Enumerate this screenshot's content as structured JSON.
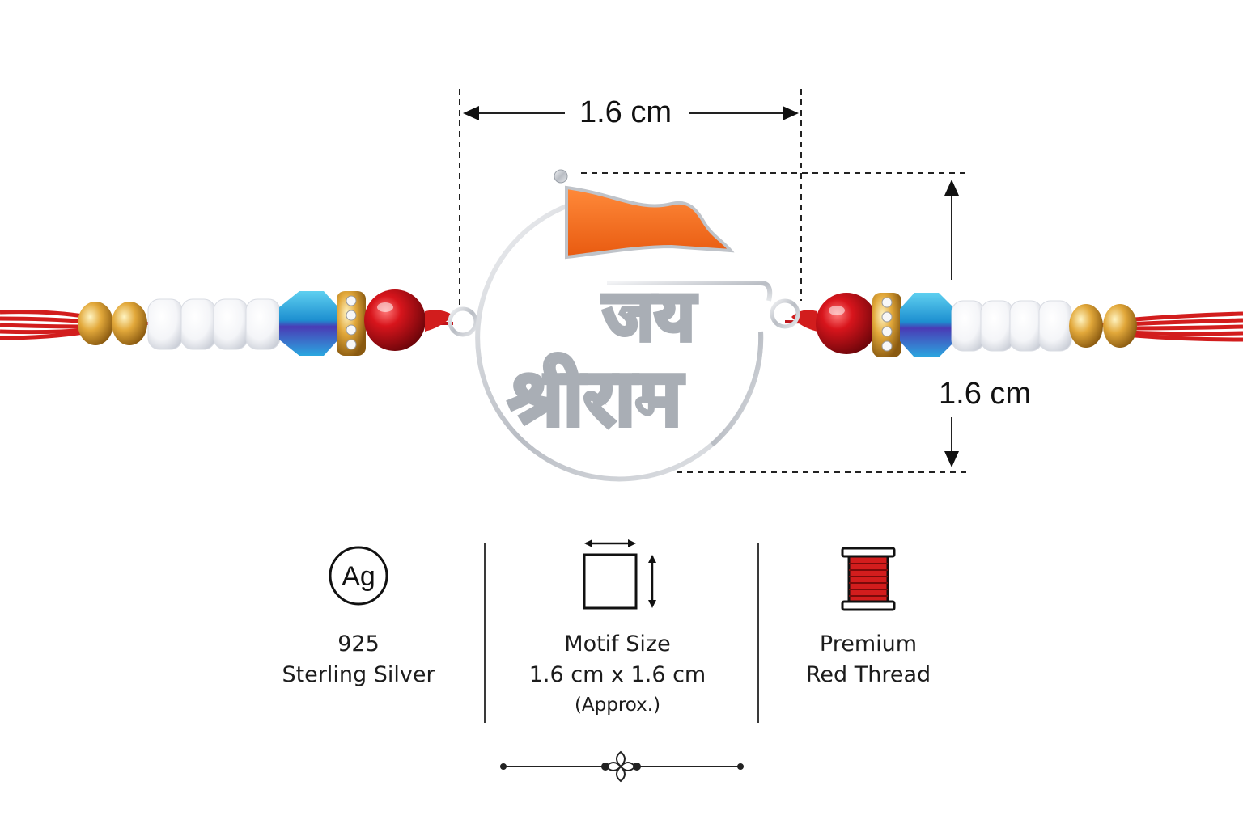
{
  "dimensions": {
    "width_label": "1.6 cm",
    "height_label": "1.6 cm"
  },
  "motif": {
    "line1": "जय",
    "line2": "श्रीराम",
    "flag_color": "#f06a1c",
    "metal_color": "#c9ccd1"
  },
  "thread_color": "#d21d1d",
  "features": [
    {
      "icon": "silver-ag-icon",
      "icon_text": "Ag",
      "line1": "925",
      "line2": "Sterling Silver"
    },
    {
      "icon": "motif-size-icon",
      "line1": "Motif Size",
      "line2": "1.6 cm x 1.6 cm",
      "line3": "(Approx.)"
    },
    {
      "icon": "thread-spool-icon",
      "line1": "Premium",
      "line2": "Red Thread"
    }
  ]
}
